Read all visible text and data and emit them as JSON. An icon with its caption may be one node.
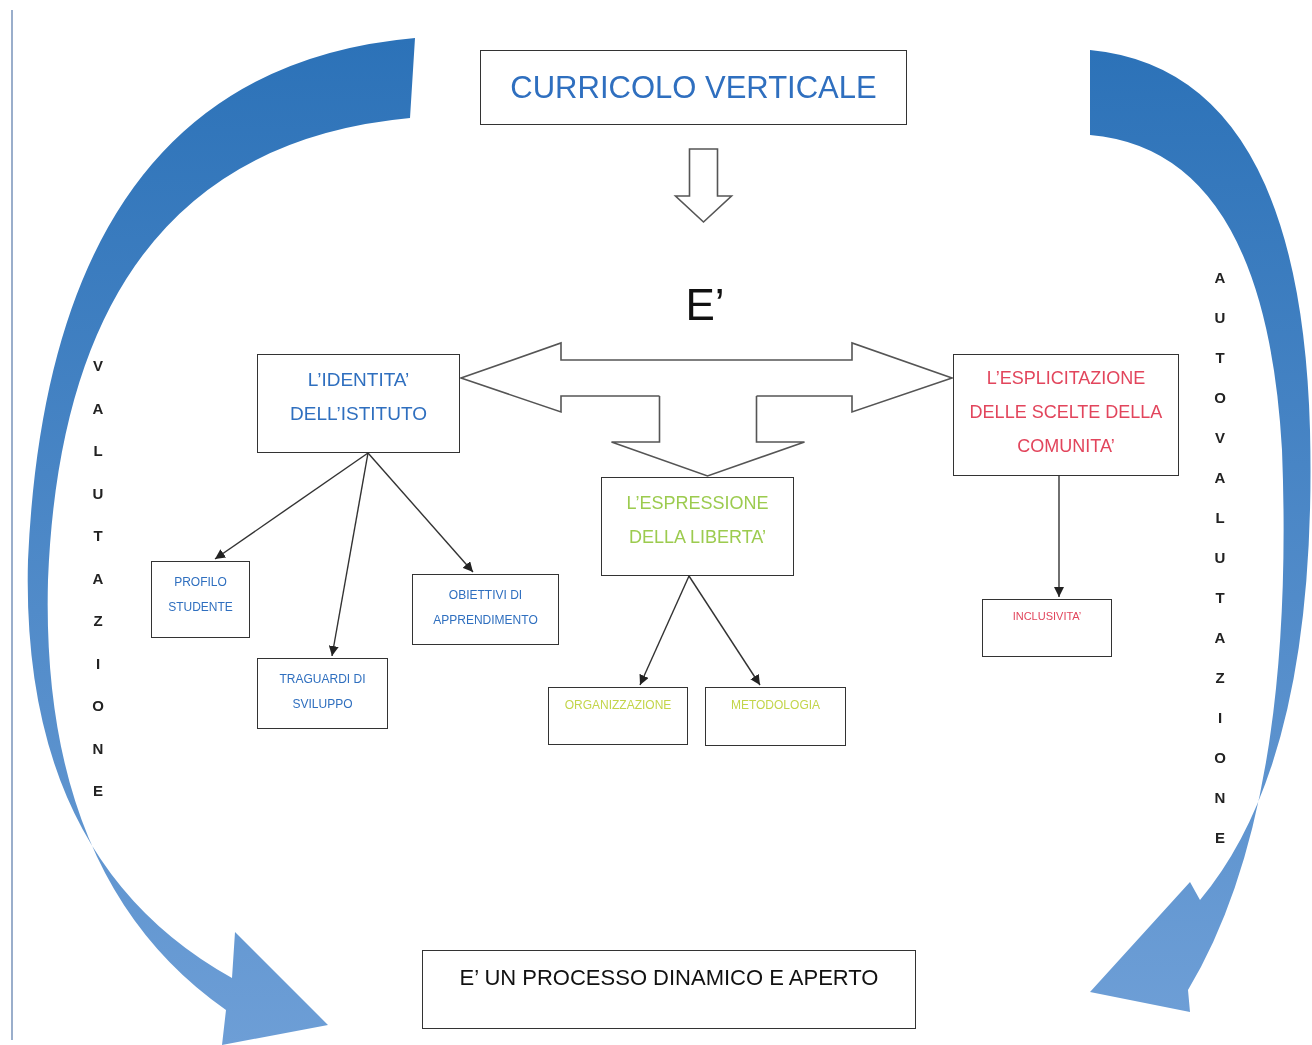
{
  "diagram": {
    "nodes": [
      {
        "text": [
          "CURRICOLO VERTICALE"
        ]
      },
      {
        "text": [
          "E’"
        ]
      },
      {
        "text": [
          "L’IDENTITA’ DELL’ISTITUTO"
        ]
      },
      {
        "text": [
          "L’ESPLICITAZIONE DELLE SCELTE DELLA COMUNITA’"
        ]
      },
      {
        "text": [
          "L’ESPRESSIONE DELLA LIBERTA’"
        ]
      },
      {
        "text": [
          "PROFILO STUDENTE"
        ]
      },
      {
        "text": [
          "TRAGUARDI DI SVILUPPO"
        ]
      },
      {
        "text": [
          "OBIETTIVI DI APPRENDIMENTO"
        ]
      },
      {
        "text": [
          "ORGANIZZAZIONE"
        ]
      },
      {
        "text": [
          "METODOLOGIA"
        ]
      },
      {
        "text": [
          "INCLUSIVITA’"
        ]
      },
      {
        "text": [
          "E’ UN PROCESSO DINAMICO E APERTO"
        ]
      }
    ],
    "edges": [
      {
        "from": 0,
        "to": 1,
        "arrow": "to",
        "style": "thick"
      },
      {
        "from": null,
        "to": 2,
        "arrow": "to",
        "style": "thick"
      },
      {
        "from": null,
        "to": 3,
        "arrow": "to",
        "style": "thick"
      },
      {
        "from": null,
        "to": 4,
        "arrow": "to",
        "style": "thick"
      },
      {
        "from": 2,
        "to": 5,
        "arrow": "to"
      },
      {
        "from": 2,
        "to": 6,
        "arrow": "to"
      },
      {
        "from": 2,
        "to": 7,
        "arrow": "to"
      },
      {
        "from": 4,
        "to": 8,
        "arrow": "to"
      },
      {
        "from": 4,
        "to": 9,
        "arrow": "to"
      },
      {
        "from": 3,
        "to": 10,
        "arrow": "to"
      }
    ],
    "labels": [
      "VALUTAZIONE",
      "AUTOVALUTAZIONE"
    ]
  }
}
